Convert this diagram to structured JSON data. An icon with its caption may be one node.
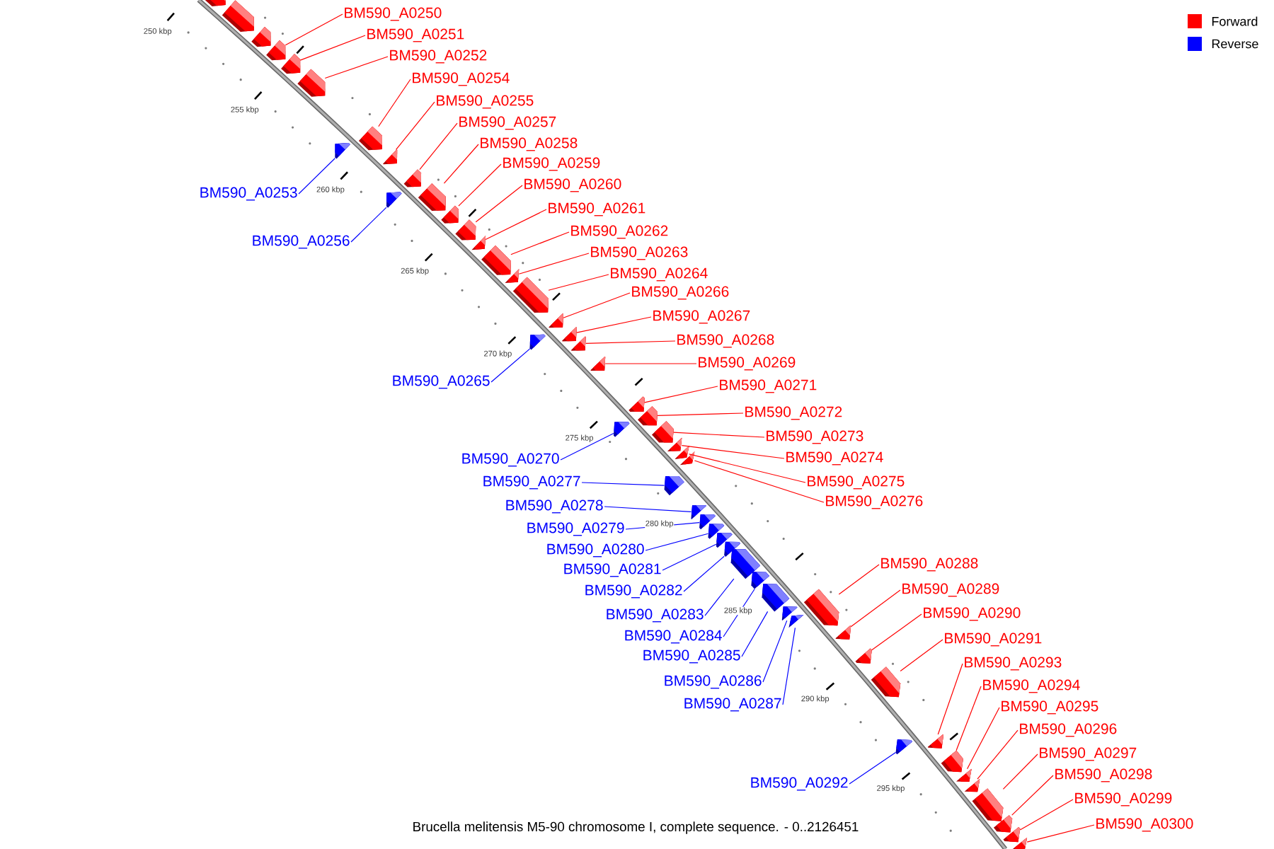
{
  "diagram": {
    "caption": "Brucella melitensis M5-90 chromosome I, complete sequence. - 0..2126451",
    "nodes": [
      {
        "text": [],
        "shape": "arrow"
      },
      {
        "text": [],
        "shape": "arrow"
      },
      {
        "text": [],
        "shape": "arrow"
      },
      {
        "text": [
          "BM590_A0250"
        ]
      },
      {
        "text": [],
        "shape": "arrow"
      },
      {
        "text": [
          "BM590_A0251"
        ]
      },
      {
        "text": [],
        "shape": "arrow"
      },
      {
        "text": [
          "BM590_A0252"
        ]
      },
      {
        "text": [],
        "shape": "arrow"
      },
      {
        "text": [
          "BM590_A0253"
        ]
      },
      {
        "text": [],
        "shape": "arrow"
      },
      {
        "text": [
          "BM590_A0254"
        ]
      },
      {
        "text": [],
        "shape": "arrow"
      },
      {
        "text": [
          "BM590_A0255"
        ]
      },
      {
        "text": [],
        "shape": "arrow"
      },
      {
        "text": [
          "BM590_A0256"
        ]
      },
      {
        "text": [],
        "shape": "arrow"
      },
      {
        "text": [
          "BM590_A0257"
        ]
      },
      {
        "text": [],
        "shape": "arrow"
      },
      {
        "text": [
          "BM590_A0258"
        ]
      },
      {
        "text": [],
        "shape": "arrow"
      },
      {
        "text": [
          "BM590_A0259"
        ]
      },
      {
        "text": [],
        "shape": "arrow"
      },
      {
        "text": [
          "BM590_A0260"
        ]
      },
      {
        "text": [],
        "shape": "arrow"
      },
      {
        "text": [
          "BM590_A0261"
        ]
      },
      {
        "text": [],
        "shape": "arrow"
      },
      {
        "text": [
          "BM590_A0262"
        ]
      },
      {
        "text": [],
        "shape": "arrow"
      },
      {
        "text": [
          "BM590_A0263"
        ]
      },
      {
        "text": [],
        "shape": "arrow"
      },
      {
        "text": [
          "BM590_A0264"
        ]
      },
      {
        "text": [],
        "shape": "arrow"
      },
      {
        "text": [
          "BM590_A0265"
        ]
      },
      {
        "text": [],
        "shape": "arrow"
      },
      {
        "text": [
          "BM590_A0266"
        ]
      },
      {
        "text": [],
        "shape": "arrow"
      },
      {
        "text": [
          "BM590_A0267"
        ]
      },
      {
        "text": [],
        "shape": "arrow"
      },
      {
        "text": [
          "BM590_A0268"
        ]
      },
      {
        "text": [],
        "shape": "arrow"
      },
      {
        "text": [
          "BM590_A0269"
        ]
      },
      {
        "text": [],
        "shape": "arrow"
      },
      {
        "text": [
          "BM590_A0270"
        ]
      },
      {
        "text": [],
        "shape": "arrow"
      },
      {
        "text": [
          "BM590_A0271"
        ]
      },
      {
        "text": [],
        "shape": "arrow"
      },
      {
        "text": [
          "BM590_A0272"
        ]
      },
      {
        "text": [],
        "shape": "arrow"
      },
      {
        "text": [
          "BM590_A0273"
        ]
      },
      {
        "text": [],
        "shape": "arrow"
      },
      {
        "text": [
          "BM590_A0274"
        ]
      },
      {
        "text": [],
        "shape": "arrow"
      },
      {
        "text": [
          "BM590_A0275"
        ]
      },
      {
        "text": [],
        "shape": "arrow"
      },
      {
        "text": [
          "BM590_A0276"
        ]
      },
      {
        "text": [],
        "shape": "arrow"
      },
      {
        "text": [
          "BM590_A0277"
        ]
      },
      {
        "text": [],
        "shape": "arrow"
      },
      {
        "text": [
          "BM590_A0278"
        ]
      },
      {
        "text": [],
        "shape": "arrow"
      },
      {
        "text": [
          "BM590_A0279"
        ]
      },
      {
        "text": [],
        "shape": "arrow"
      },
      {
        "text": [
          "BM590_A0280"
        ]
      },
      {
        "text": [],
        "shape": "arrow"
      },
      {
        "text": [
          "BM590_A0281"
        ]
      },
      {
        "text": [],
        "shape": "arrow"
      },
      {
        "text": [
          "BM590_A0282"
        ]
      },
      {
        "text": [],
        "shape": "arrow"
      },
      {
        "text": [
          "BM590_A0283"
        ]
      },
      {
        "text": [],
        "shape": "arrow"
      },
      {
        "text": [
          "BM590_A0284"
        ]
      },
      {
        "text": [],
        "shape": "arrow"
      },
      {
        "text": [
          "BM590_A0285"
        ]
      },
      {
        "text": [],
        "shape": "arrow"
      },
      {
        "text": [
          "BM590_A0286"
        ]
      },
      {
        "text": [],
        "shape": "arrow"
      },
      {
        "text": [
          "BM590_A0287"
        ]
      },
      {
        "text": [],
        "shape": "arrow"
      },
      {
        "text": [
          "BM590_A0288"
        ]
      },
      {
        "text": [],
        "shape": "arrow"
      },
      {
        "text": [
          "BM590_A0289"
        ]
      },
      {
        "text": [],
        "shape": "arrow"
      },
      {
        "text": [
          "BM590_A0290"
        ]
      },
      {
        "text": [],
        "shape": "arrow"
      },
      {
        "text": [
          "BM590_A0291"
        ]
      },
      {
        "text": [],
        "shape": "arrow"
      },
      {
        "text": [
          "BM590_A0292"
        ]
      },
      {
        "text": [],
        "shape": "arrow"
      },
      {
        "text": [
          "BM590_A0293"
        ]
      },
      {
        "text": [],
        "shape": "arrow"
      },
      {
        "text": [
          "BM590_A0294"
        ]
      },
      {
        "text": [],
        "shape": "arrow"
      },
      {
        "text": [
          "BM590_A0295"
        ]
      },
      {
        "text": [],
        "shape": "arrow"
      },
      {
        "text": [
          "BM590_A0296"
        ]
      },
      {
        "text": [],
        "shape": "arrow"
      },
      {
        "text": [
          "BM590_A0297"
        ]
      },
      {
        "text": [],
        "shape": "arrow"
      },
      {
        "text": [
          "BM590_A0298"
        ]
      },
      {
        "text": [],
        "shape": "arrow"
      },
      {
        "text": [
          "BM590_A0299"
        ]
      },
      {
        "text": [],
        "shape": "arrow"
      },
      {
        "text": [
          "BM590_A0300"
        ]
      },
      {
        "text": [],
        "shape": "arrow"
      }
    ],
    "edges": [
      {
        "from": 3,
        "to": 4,
        "arrow": "none"
      },
      {
        "from": 5,
        "to": 6,
        "arrow": "none"
      },
      {
        "from": 7,
        "to": 8,
        "arrow": "none"
      },
      {
        "from": 9,
        "to": 10,
        "arrow": "none",
        "color": "#0000ff"
      },
      {
        "from": 11,
        "to": 12,
        "arrow": "none"
      },
      {
        "from": 13,
        "to": 14,
        "arrow": "none"
      },
      {
        "from": 15,
        "to": 16,
        "arrow": "none",
        "color": "#0000ff"
      },
      {
        "from": 17,
        "to": 18,
        "arrow": "none"
      },
      {
        "from": 19,
        "to": 20,
        "arrow": "none"
      },
      {
        "from": 21,
        "to": 22,
        "arrow": "none"
      },
      {
        "from": 23,
        "to": 24,
        "arrow": "none"
      },
      {
        "from": 25,
        "to": 26,
        "arrow": "none"
      },
      {
        "from": 27,
        "to": 28,
        "arrow": "none"
      },
      {
        "from": 29,
        "to": 30,
        "arrow": "none"
      },
      {
        "from": 31,
        "to": 32,
        "arrow": "none"
      },
      {
        "from": 33,
        "to": 34,
        "arrow": "none",
        "color": "#0000ff"
      },
      {
        "from": 35,
        "to": 36,
        "arrow": "none"
      },
      {
        "from": 37,
        "to": 38,
        "arrow": "none"
      },
      {
        "from": 39,
        "to": 40,
        "arrow": "none"
      },
      {
        "from": 41,
        "to": 42,
        "arrow": "none"
      },
      {
        "from": 43,
        "to": 44,
        "arrow": "none",
        "color": "#0000ff"
      },
      {
        "from": 45,
        "to": 46,
        "arrow": "none"
      },
      {
        "from": 47,
        "to": 48,
        "arrow": "none"
      },
      {
        "from": 49,
        "to": 50,
        "arrow": "none"
      },
      {
        "from": 51,
        "to": 52,
        "arrow": "none"
      },
      {
        "from": 53,
        "to": 54,
        "arrow": "none"
      },
      {
        "from": 55,
        "to": 56,
        "arrow": "none"
      },
      {
        "from": 57,
        "to": 58,
        "arrow": "none",
        "color": "#0000ff"
      },
      {
        "from": 59,
        "to": 60,
        "arrow": "none",
        "color": "#0000ff"
      },
      {
        "from": 61,
        "to": 62,
        "arrow": "none",
        "color": "#0000ff"
      },
      {
        "from": 63,
        "to": 64,
        "arrow": "none",
        "color": "#0000ff"
      },
      {
        "from": 65,
        "to": 66,
        "arrow": "none",
        "color": "#0000ff"
      },
      {
        "from": 67,
        "to": 68,
        "arrow": "none",
        "color": "#0000ff"
      },
      {
        "from": 69,
        "to": 70,
        "arrow": "none",
        "color": "#0000ff"
      },
      {
        "from": 71,
        "to": 72,
        "arrow": "none",
        "color": "#0000ff"
      },
      {
        "from": 73,
        "to": 74,
        "arrow": "none",
        "color": "#0000ff"
      },
      {
        "from": 75,
        "to": 76,
        "arrow": "none",
        "color": "#0000ff"
      },
      {
        "from": 77,
        "to": 78,
        "arrow": "none",
        "color": "#0000ff"
      },
      {
        "from": 79,
        "to": 80,
        "arrow": "none"
      },
      {
        "from": 81,
        "to": 82,
        "arrow": "none"
      },
      {
        "from": 83,
        "to": 84,
        "arrow": "none"
      },
      {
        "from": 85,
        "to": 86,
        "arrow": "none"
      },
      {
        "from": 87,
        "to": 88,
        "arrow": "none",
        "color": "#0000ff"
      },
      {
        "from": 89,
        "to": 90,
        "arrow": "none"
      },
      {
        "from": 91,
        "to": 92,
        "arrow": "none"
      },
      {
        "from": 93,
        "to": 94,
        "arrow": "none"
      },
      {
        "from": 95,
        "to": 96,
        "arrow": "none"
      },
      {
        "from": 97,
        "to": 98,
        "arrow": "none"
      },
      {
        "from": 99,
        "to": 100,
        "arrow": "none"
      },
      {
        "from": 101,
        "to": 102,
        "arrow": "none"
      },
      {
        "from": 103,
        "to": 104,
        "arrow": "none"
      }
    ],
    "labels": [
      "250 kbp",
      "255 kbp",
      "260 kbp",
      "265 kbp",
      "270 kbp",
      "275 kbp",
      "280 kbp",
      "285 kbp",
      "290 kbp",
      "295 kbp"
    ],
    "legend": [
      {
        "text": "Forward",
        "color": "#ff0000"
      },
      {
        "text": "Reverse",
        "color": "#0000ff"
      }
    ]
  }
}
